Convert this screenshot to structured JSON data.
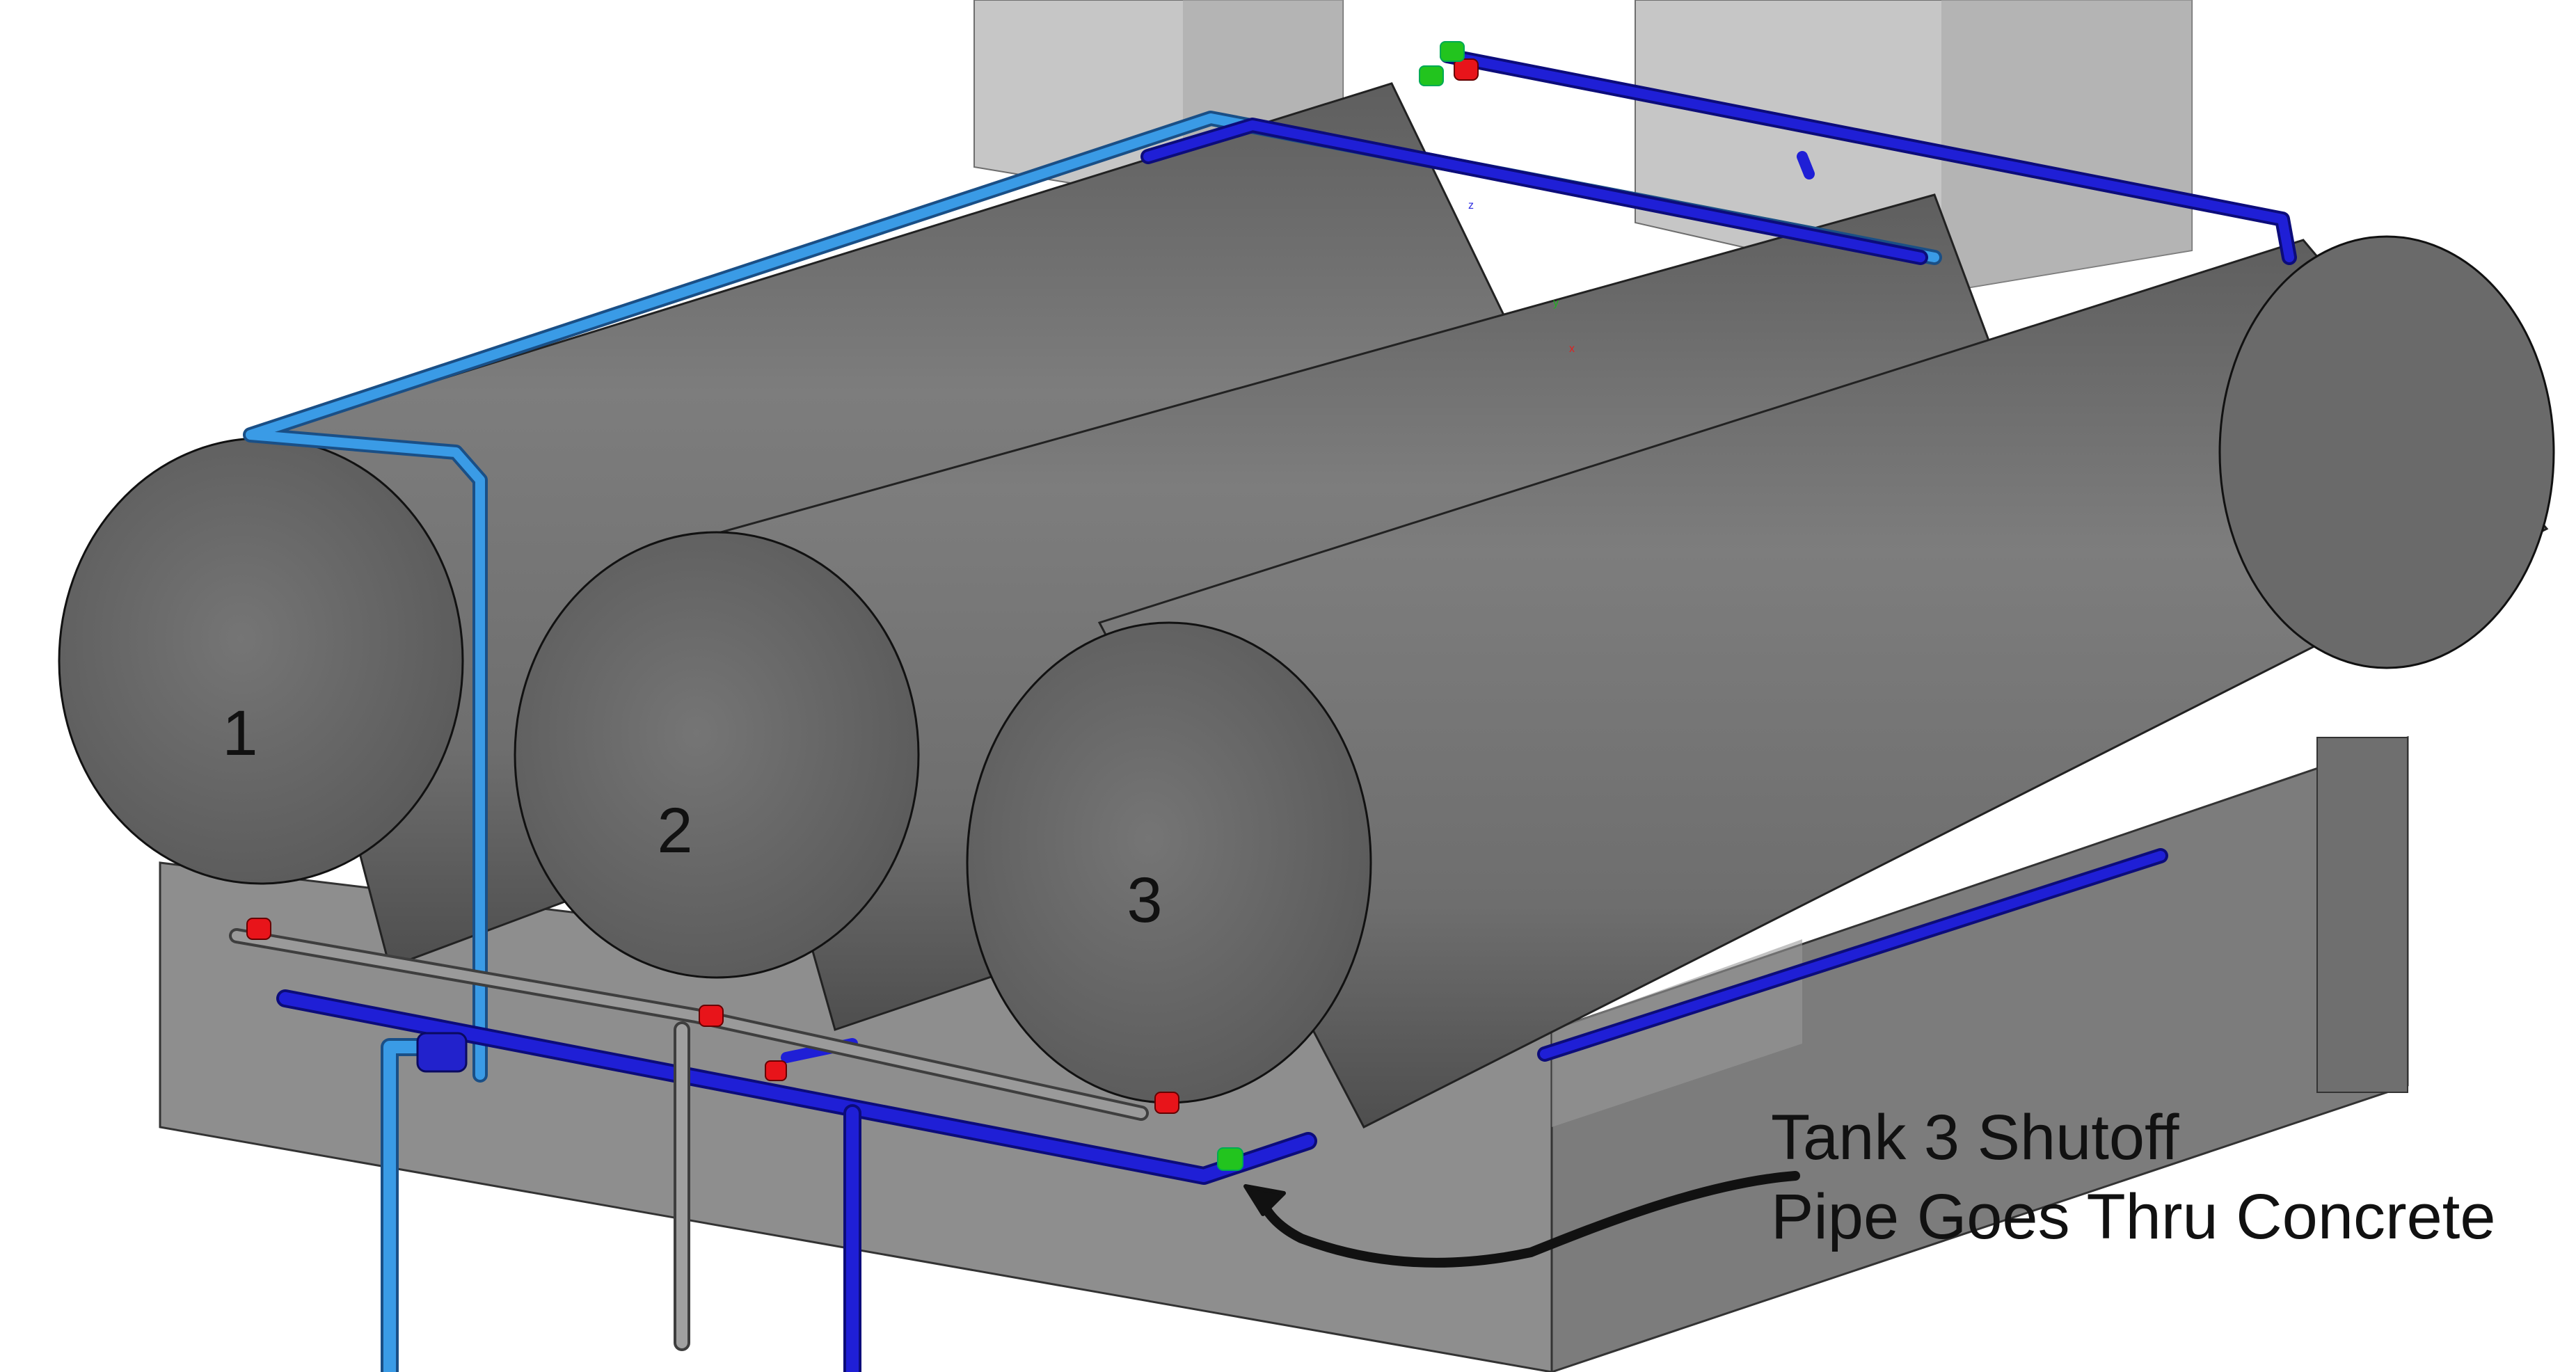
{
  "tanks": [
    {
      "label": "1"
    },
    {
      "label": "2"
    },
    {
      "label": "3"
    }
  ],
  "annotation": {
    "line1": "Tank 3 Shutoff",
    "line2": "Pipe Goes Thru Concrete"
  },
  "axes": {
    "x": "x",
    "y": "y",
    "z": "z"
  },
  "colors": {
    "tank_body": "#7a7a7a",
    "tank_end": "#6a6a6a",
    "concrete": "#8b8b8b",
    "pipe_dark_blue": "#1f1fd6",
    "pipe_light_blue": "#3a9be6",
    "pipe_gray": "#8c8c8c",
    "valve_red": "#e8141a",
    "valve_green": "#22c41e",
    "arrow": "#111111"
  }
}
